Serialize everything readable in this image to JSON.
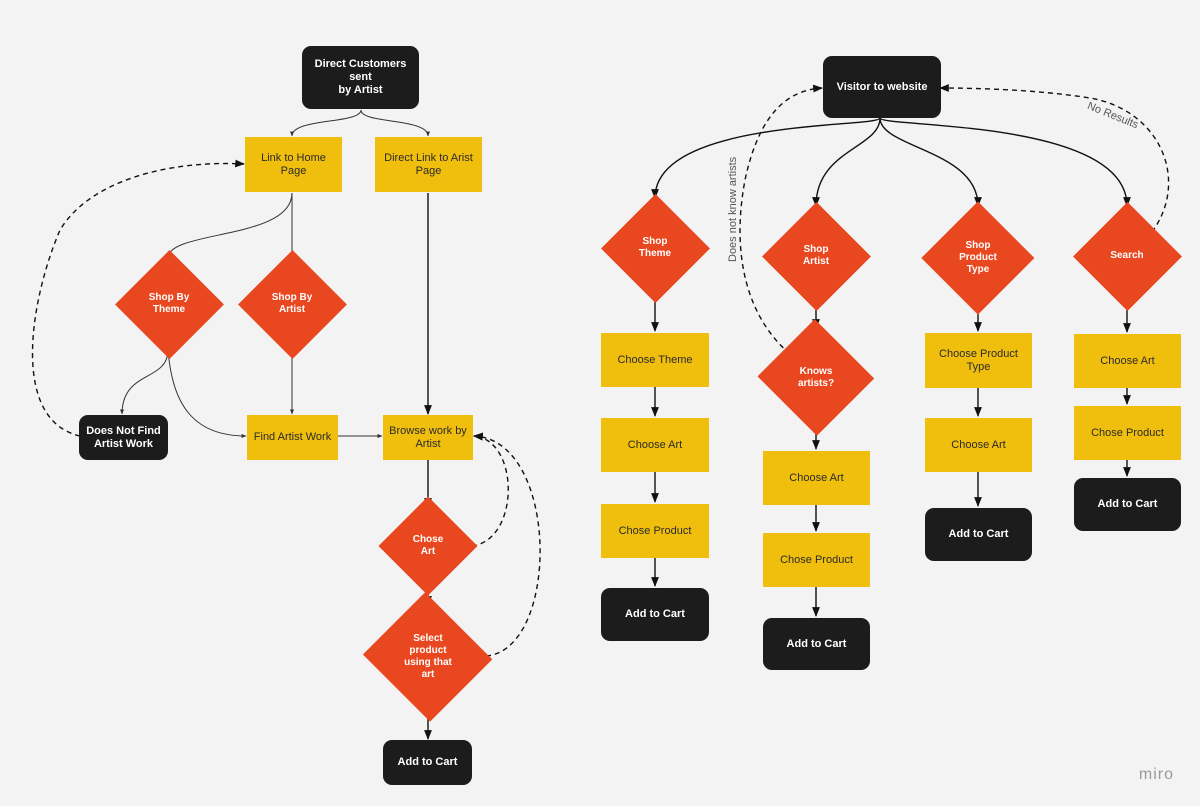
{
  "colors": {
    "background": "#f3f3f3",
    "terminal": "#1c1c1c",
    "process": "#f0be0c",
    "decision": "#e8471f",
    "connector": "#111111"
  },
  "left_flow": {
    "start": "Direct Customers sent\nby Artist",
    "link_home": "Link to Home\nPage",
    "direct_link": "Direct Link to Arist\nPage",
    "shop_by_theme": "Shop By\nTheme",
    "shop_by_artist": "Shop By\nArtist",
    "not_find": "Does Not Find\nArtist Work",
    "find_artist_work": "Find Artist Work",
    "browse_work": "Browse work by\nArtist",
    "chose_art": "Chose\nArt",
    "select_product": "Select\nproduct\nusing that\nart",
    "add_to_cart": "Add to Cart"
  },
  "right_flow": {
    "start": "Visitor to website",
    "edge_no_results": "No Results",
    "edge_not_know": "Does not know artists",
    "theme_branch": {
      "decision": "Shop\nTheme",
      "step1": "Choose Theme",
      "step2": "Choose Art",
      "step3": "Chose Product",
      "end": "Add to Cart"
    },
    "artist_branch": {
      "decision": "Shop\nArtist",
      "decision2": "Knows\nartists?",
      "step1": "Choose Art",
      "step2": "Chose Product",
      "end": "Add to Cart"
    },
    "product_branch": {
      "decision": "Shop\nProduct\nType",
      "step1": "Choose Product\nType",
      "step2": "Choose Art",
      "end": "Add to Cart"
    },
    "search_branch": {
      "decision": "Search",
      "step1": "Choose Art",
      "step2": "Chose Product",
      "end": "Add to Cart"
    }
  },
  "watermark": "miro"
}
